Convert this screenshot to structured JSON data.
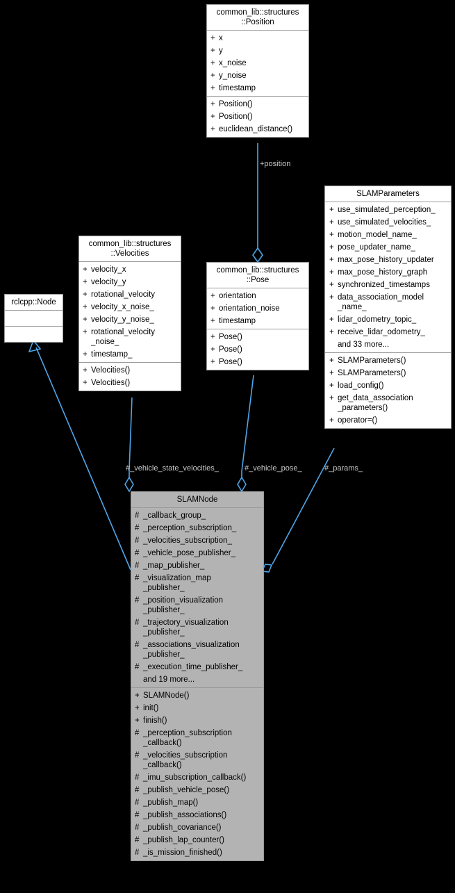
{
  "diagram": {
    "type": "uml-class-diagram",
    "background": "#000000",
    "edge_color": "#4ea6ea",
    "shaded_fill": "#b3b3b3",
    "box_fill": "#ffffff",
    "border_color": "#9a9a9a"
  },
  "classes": {
    "position": {
      "title": "common_lib::structures\n::Position",
      "attributes": [
        {
          "vis": "+",
          "name": "x"
        },
        {
          "vis": "+",
          "name": "y"
        },
        {
          "vis": "+",
          "name": "x_noise"
        },
        {
          "vis": "+",
          "name": "y_noise"
        },
        {
          "vis": "+",
          "name": "timestamp"
        }
      ],
      "operations": [
        {
          "vis": "+",
          "name": "Position()"
        },
        {
          "vis": "+",
          "name": "Position()"
        },
        {
          "vis": "+",
          "name": "euclidean_distance()"
        }
      ]
    },
    "velocities": {
      "title": "common_lib::structures\n::Velocities",
      "attributes": [
        {
          "vis": "+",
          "name": "velocity_x"
        },
        {
          "vis": "+",
          "name": "velocity_y"
        },
        {
          "vis": "+",
          "name": "rotational_velocity"
        },
        {
          "vis": "+",
          "name": "velocity_x_noise_"
        },
        {
          "vis": "+",
          "name": "velocity_y_noise_"
        },
        {
          "vis": "+",
          "name": "rotational_velocity\n_noise_"
        },
        {
          "vis": "+",
          "name": "timestamp_"
        }
      ],
      "operations": [
        {
          "vis": "+",
          "name": "Velocities()"
        },
        {
          "vis": "+",
          "name": "Velocities()"
        }
      ]
    },
    "pose": {
      "title": "common_lib::structures\n::Pose",
      "attributes": [
        {
          "vis": "+",
          "name": "orientation"
        },
        {
          "vis": "+",
          "name": "orientation_noise"
        },
        {
          "vis": "+",
          "name": "timestamp"
        }
      ],
      "operations": [
        {
          "vis": "+",
          "name": "Pose()"
        },
        {
          "vis": "+",
          "name": "Pose()"
        },
        {
          "vis": "+",
          "name": "Pose()"
        }
      ]
    },
    "slamparameters": {
      "title": "SLAMParameters",
      "attributes": [
        {
          "vis": "+",
          "name": "use_simulated_perception_"
        },
        {
          "vis": "+",
          "name": "use_simulated_velocities_"
        },
        {
          "vis": "+",
          "name": "motion_model_name_"
        },
        {
          "vis": "+",
          "name": "pose_updater_name_"
        },
        {
          "vis": "+",
          "name": "max_pose_history_updater"
        },
        {
          "vis": "+",
          "name": "max_pose_history_graph"
        },
        {
          "vis": "+",
          "name": "synchronized_timestamps"
        },
        {
          "vis": "+",
          "name": "data_association_model\n_name_"
        },
        {
          "vis": "+",
          "name": "lidar_odometry_topic_"
        },
        {
          "vis": "+",
          "name": "receive_lidar_odometry_"
        },
        {
          "vis": "",
          "name": "and 33 more..."
        }
      ],
      "operations": [
        {
          "vis": "+",
          "name": "SLAMParameters()"
        },
        {
          "vis": "+",
          "name": "SLAMParameters()"
        },
        {
          "vis": "+",
          "name": "load_config()"
        },
        {
          "vis": "+",
          "name": "get_data_association\n_parameters()"
        },
        {
          "vis": "+",
          "name": "operator=()"
        }
      ]
    },
    "rclcpp_node": {
      "title": "rclcpp::Node",
      "attributes": [],
      "operations": []
    },
    "slamnode": {
      "title": "SLAMNode",
      "attributes": [
        {
          "vis": "#",
          "name": "_callback_group_"
        },
        {
          "vis": "#",
          "name": "_perception_subscription_"
        },
        {
          "vis": "#",
          "name": "_velocities_subscription_"
        },
        {
          "vis": "#",
          "name": "_vehicle_pose_publisher_"
        },
        {
          "vis": "#",
          "name": "_map_publisher_"
        },
        {
          "vis": "#",
          "name": "_visualization_map\n_publisher_"
        },
        {
          "vis": "#",
          "name": "_position_visualization\n_publisher_"
        },
        {
          "vis": "#",
          "name": "_trajectory_visualization\n_publisher_"
        },
        {
          "vis": "#",
          "name": "_associations_visualization\n_publisher_"
        },
        {
          "vis": "#",
          "name": "_execution_time_publisher_"
        },
        {
          "vis": "",
          "name": "and 19 more..."
        }
      ],
      "operations": [
        {
          "vis": "+",
          "name": "SLAMNode()"
        },
        {
          "vis": "+",
          "name": "init()"
        },
        {
          "vis": "+",
          "name": "finish()"
        },
        {
          "vis": "#",
          "name": "_perception_subscription\n_callback()"
        },
        {
          "vis": "#",
          "name": "_velocities_subscription\n_callback()"
        },
        {
          "vis": "#",
          "name": "_imu_subscription_callback()"
        },
        {
          "vis": "#",
          "name": "_publish_vehicle_pose()"
        },
        {
          "vis": "#",
          "name": "_publish_map()"
        },
        {
          "vis": "#",
          "name": "_publish_associations()"
        },
        {
          "vis": "#",
          "name": "_publish_covariance()"
        },
        {
          "vis": "#",
          "name": "_publish_lap_counter()"
        },
        {
          "vis": "#",
          "name": "_is_mission_finished()"
        }
      ]
    }
  },
  "edge_labels": {
    "position_to_pose": "+position",
    "velocities_to_slamnode": "#_vehicle_state_velocities_",
    "pose_to_slamnode": "#_vehicle_pose_",
    "params_to_slamnode": "#_params_"
  }
}
